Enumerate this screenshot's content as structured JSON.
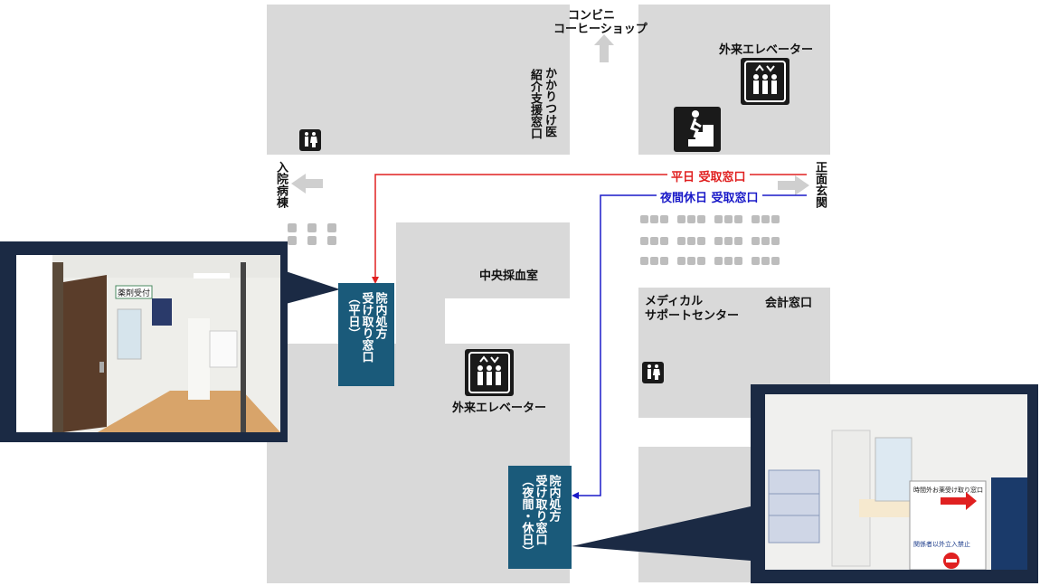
{
  "labels": {
    "convenience": "コンビニ",
    "coffee": "コーヒーショップ",
    "family_doctor": "かかりつけ医",
    "referral": "紹介支援窓口",
    "elevator_top": "外来エレベーター",
    "elevator_mid": "外来エレベーター",
    "inpatient": "入院病棟",
    "front_entrance": "正面玄関",
    "blood_room": "中央採血室",
    "medical_support_1": "メディカル",
    "medical_support_2": "サポートセンター",
    "accounting": "会計窓口"
  },
  "routes": {
    "weekday": "平日 受取窓口",
    "night_holiday": "夜間休日 受取窓口",
    "weekday_color": "#e02020",
    "night_color": "#1a1ac8"
  },
  "counters": {
    "weekday": {
      "col1": "院内処方",
      "col2": "受け取り窓口",
      "col3": "（平日）"
    },
    "night": {
      "col1": "院内処方",
      "col2": "受け取り窓口",
      "col3": "（夜間・休日）"
    }
  },
  "photo_left": {
    "sign": "薬剤受付"
  },
  "photo_right": {
    "sign_1": "時間外お薬受け取り窓口",
    "sign_2": "関係者以外立入禁止"
  },
  "colors": {
    "room": "#d9d9d9",
    "counter": "#1a5a7a",
    "frame": "#1b2a44",
    "icon": "#1a1a1a",
    "arrow": "#cfcfcf"
  },
  "icons": [
    "restroom-icon",
    "elevator-icon",
    "stairs-icon",
    "arrow-up-icon",
    "arrow-left-icon",
    "arrow-right-icon",
    "seat-icon"
  ]
}
